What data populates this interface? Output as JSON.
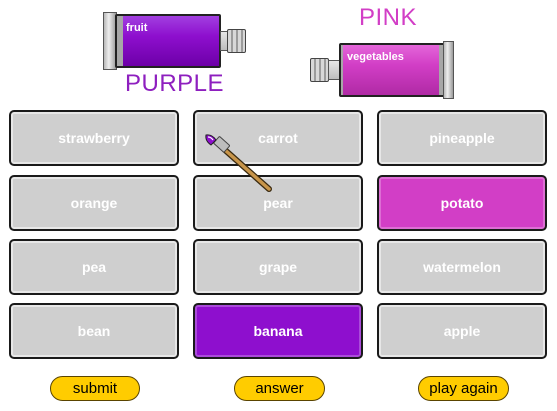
{
  "colors": {
    "purple": "#8e0fce",
    "pink": "#d23ec6",
    "tile_grey": "#cfcfcf",
    "button_yellow": "#ffcc00"
  },
  "tubes": [
    {
      "category": "fruit",
      "color_word": "PURPLE",
      "color": "#8e0fce",
      "word_color": "#8e1fbf"
    },
    {
      "category": "vegetables",
      "color_word": "PINK",
      "color": "#d23ec6",
      "word_color": "#d23ec6"
    }
  ],
  "items": [
    {
      "label": "strawberry",
      "state": "unpainted"
    },
    {
      "label": "carrot",
      "state": "unpainted"
    },
    {
      "label": "pineapple",
      "state": "unpainted"
    },
    {
      "label": "orange",
      "state": "unpainted"
    },
    {
      "label": "pear",
      "state": "unpainted"
    },
    {
      "label": "potato",
      "state": "pink"
    },
    {
      "label": "pea",
      "state": "unpainted"
    },
    {
      "label": "grape",
      "state": "unpainted"
    },
    {
      "label": "watermelon",
      "state": "unpainted"
    },
    {
      "label": "bean",
      "state": "unpainted"
    },
    {
      "label": "banana",
      "state": "purple"
    },
    {
      "label": "apple",
      "state": "unpainted"
    }
  ],
  "controls": {
    "submit": "submit",
    "answer": "answer",
    "play_again": "play again"
  },
  "cursor": {
    "icon": "paintbrush-icon",
    "paint_color": "#8e0fce"
  }
}
